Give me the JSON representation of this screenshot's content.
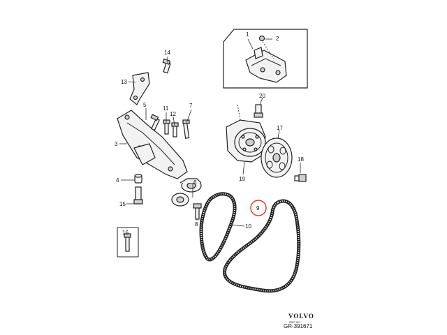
{
  "callouts": {
    "c1": "1",
    "c2": "2",
    "c3": "3",
    "c4": "4",
    "c5": "5",
    "c6": "6",
    "c7": "7",
    "c8": "8",
    "c9": "9",
    "c10": "10",
    "c11": "11",
    "c12": "12",
    "c13": "13",
    "c14": "14",
    "c15": "15",
    "c16": "16",
    "c17": "17",
    "c18": "18",
    "c19": "19",
    "c20": "20"
  },
  "footer": {
    "brand": "VOLVO",
    "code": "GR-391671"
  },
  "colors": {
    "highlight": "#e53935",
    "line": "#222222"
  }
}
